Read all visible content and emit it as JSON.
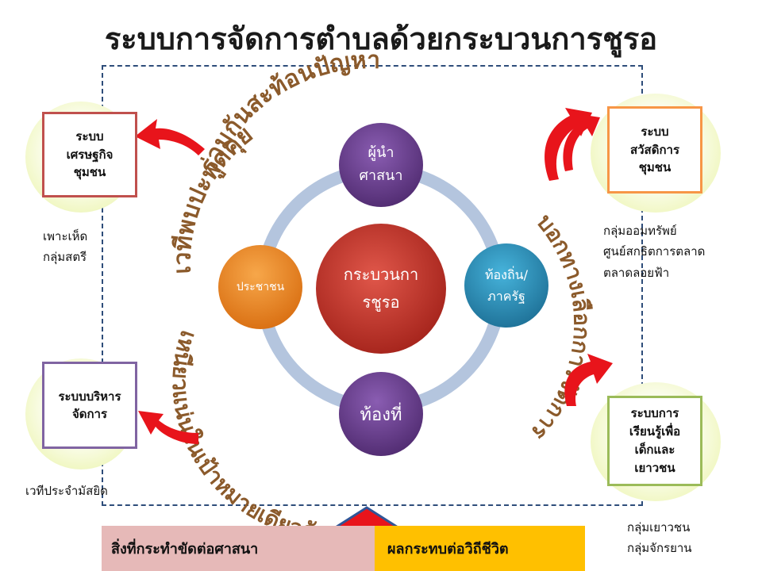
{
  "title": "ระบบการจัดการตำบลด้วยกระบวนการชูรอ",
  "center": {
    "core": "กระบวนกา\nรชูรอ",
    "top": "ผู้นำ\nศาสนา",
    "right": "ท้องถิ่น/\nภาครัฐ",
    "bottom": "ท้องที่",
    "left": "ประชาชน"
  },
  "arc_texts": {
    "top": "ร่วมกันสะท้อนปัญหา",
    "left": "เวทีพบปะพูดคุย",
    "right": "บอกทางเลือกการจัดการ",
    "bottom": "เหนียวแน่นในเป้าหมายเดียวกัน"
  },
  "outcomes": [
    {
      "label": "ระบบ\nเศรษฐกิจ\nชุมชน",
      "notes": "เพาะเห็ด\nกลุ่มสตรี",
      "border": "#c0504d"
    },
    {
      "label": "ระบบ\nสวัสดิการ\nชุมชน",
      "notes": "กลุ่มออมทรัพย์\nศูนย์สกธิตการตลาด\nตลาดลอยฟ้า",
      "border": "#f79646"
    },
    {
      "label": "ระบบบริหาร\nจัดการ",
      "notes": "เวทีประจำมัสยิด",
      "border": "#8064a2"
    },
    {
      "label": "ระบบการ\nเรียนรู้เพื่อ\nเด็กและ\nเยาวชน",
      "notes": "กลุ่มเยาวชน\nกลุ่มจักรยาน",
      "border": "#9bbb59"
    }
  ],
  "bottom_bar": {
    "left": "สิ่งที่กระทำขัดต่อศาสนา",
    "right": "ผลกระทบต่อวิถีชีวิต"
  },
  "colors": {
    "ring": "#b4c5de",
    "core": "#c0392b",
    "top_node": "#6a3d8f",
    "right_node": "#2a8fb8",
    "bottom_node": "#6a3d8f",
    "left_node": "#ef8a1d",
    "arrow": "#e8141b",
    "bar_left": "#e6b9b8",
    "bar_right": "#ffc000",
    "up_arrow": "#e8141b"
  }
}
